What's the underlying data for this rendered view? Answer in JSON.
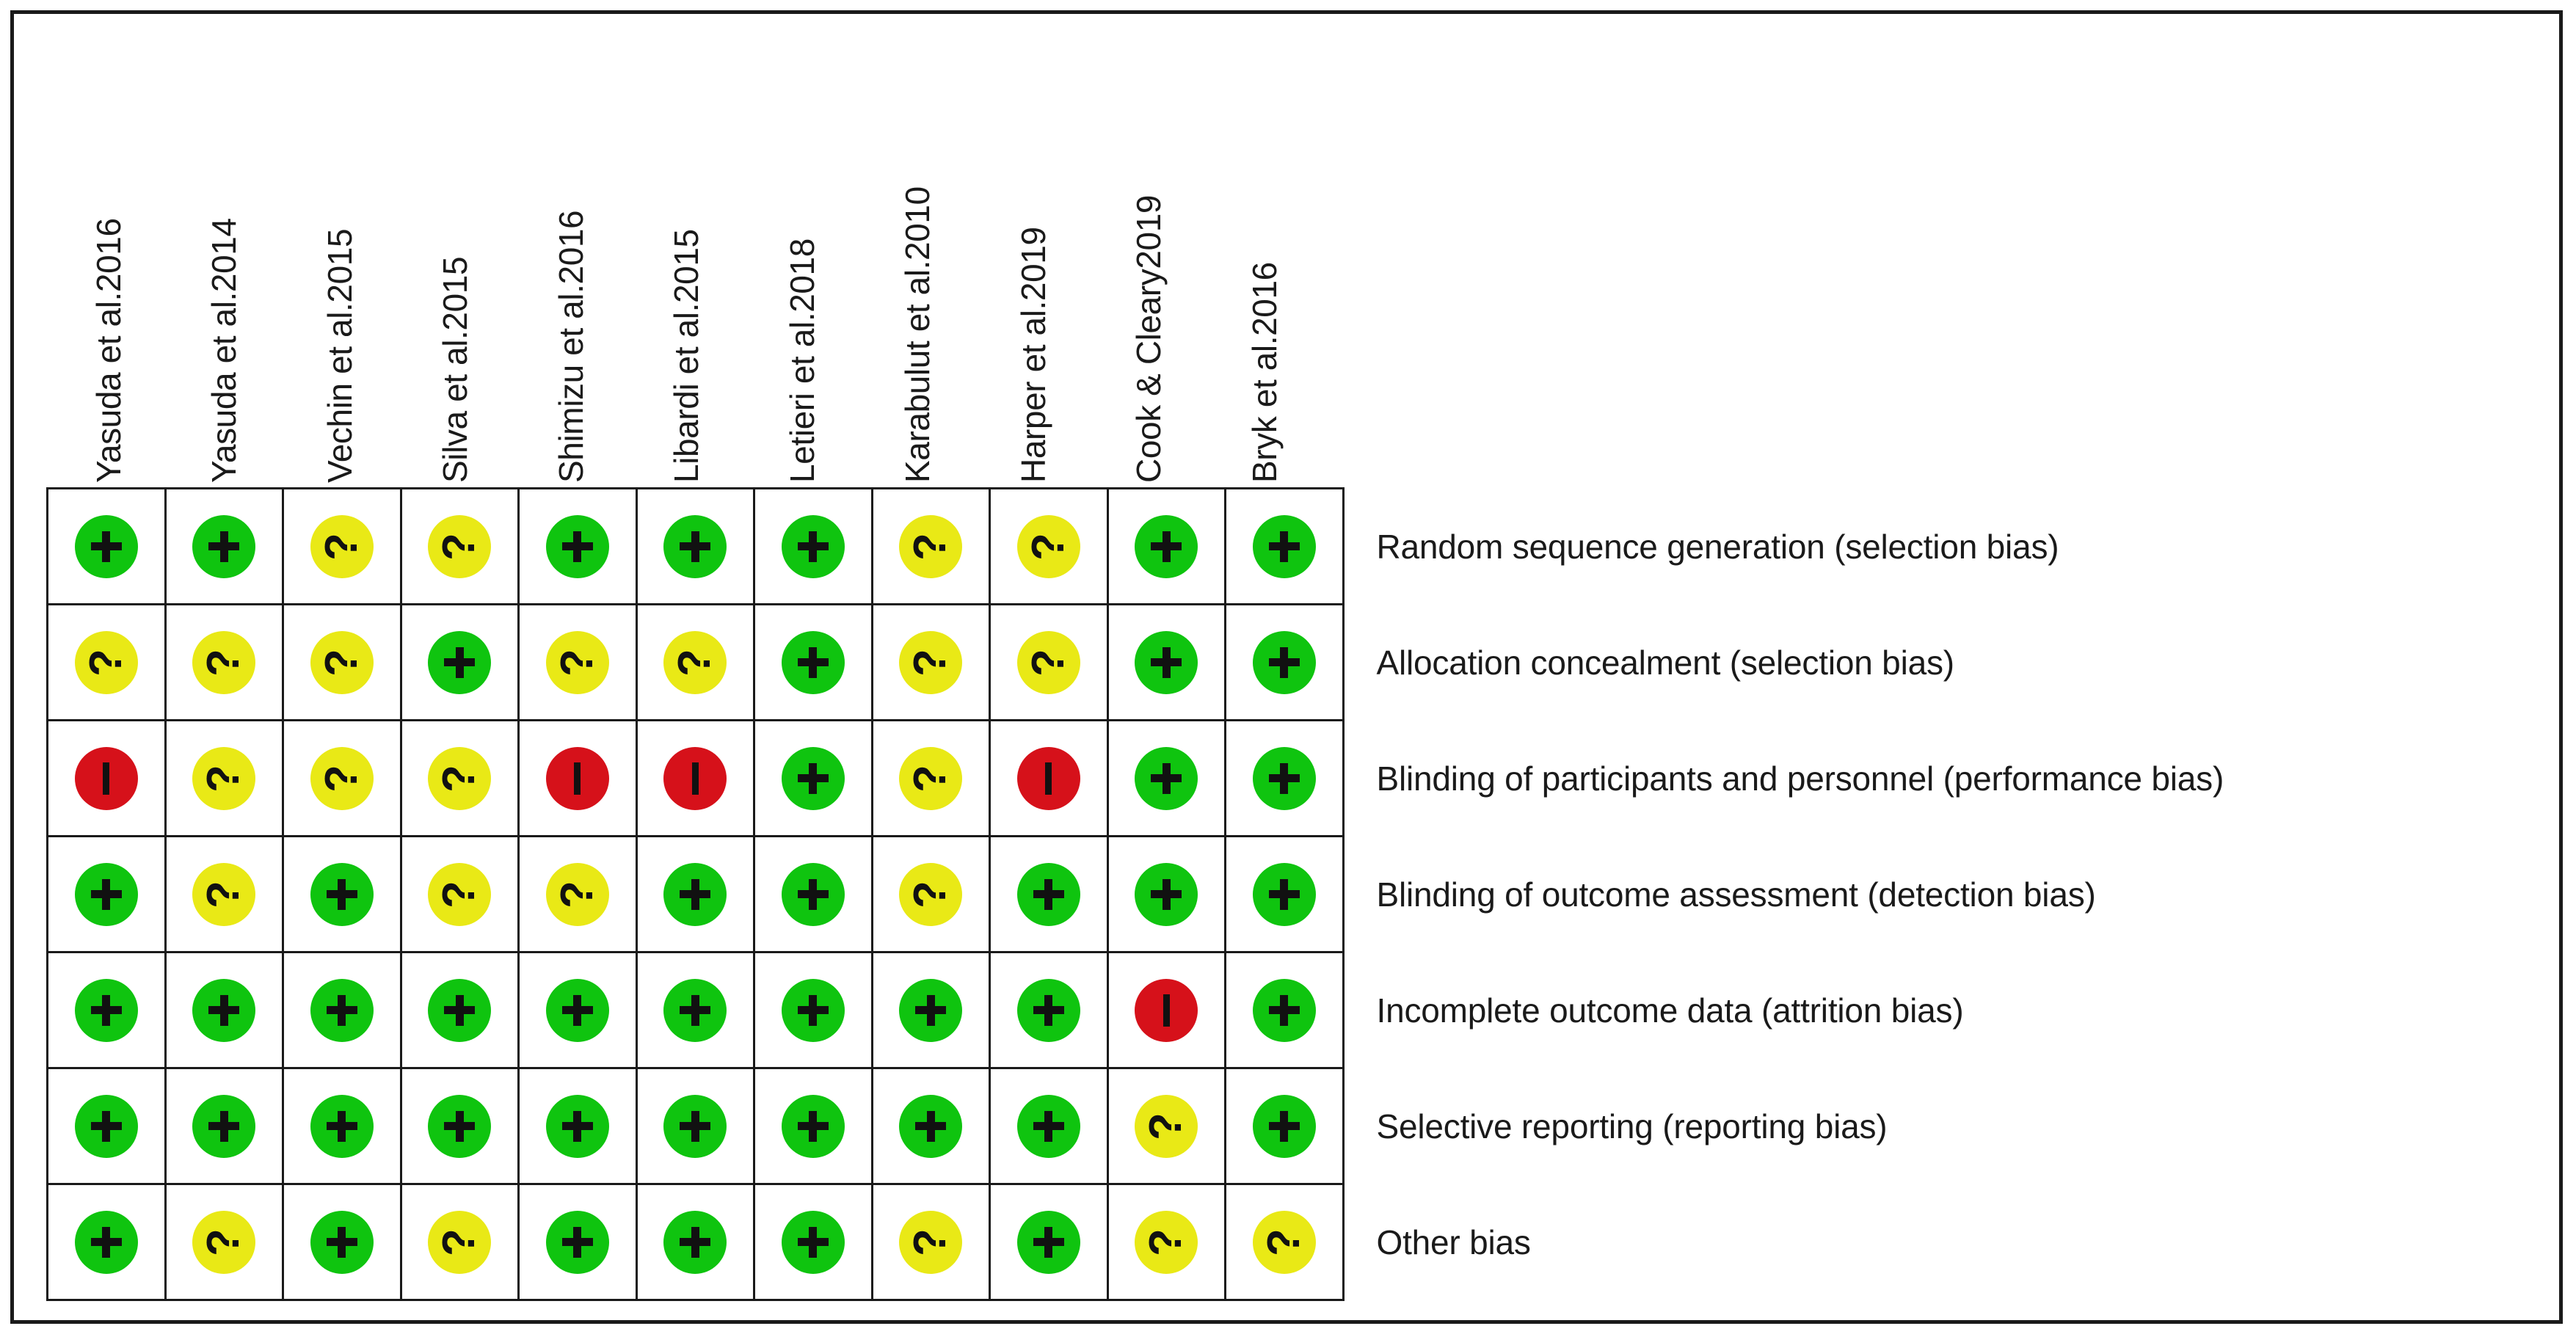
{
  "figure": {
    "type": "risk-of-bias-summary",
    "colors": {
      "low_risk": "#0FC40F",
      "high_risk": "#D6111A",
      "unclear_risk": "#E9E916",
      "border": "#1a1a1a",
      "text": "#1a1a1a",
      "background": "#ffffff"
    },
    "symbols": {
      "low": "+",
      "high": "–",
      "unclear": "?"
    }
  },
  "studies": [
    "Yasuda et al.2016",
    "Yasuda et al.2014",
    "Vechin et al.2015",
    "Silva et al.2015",
    "Shimizu et al.2016",
    "Libardi et al.2015",
    "Letieri et al.2018",
    "Karabulut et al.2010",
    "Harper et al.2019",
    "Cook & Cleary2019",
    "Bryk et al.2016"
  ],
  "domains": [
    "Random sequence generation (selection bias)",
    "Allocation concealment (selection bias)",
    "Blinding of participants and personnel (performance bias)",
    "Blinding of outcome assessment (detection bias)",
    "Incomplete outcome data (attrition bias)",
    "Selective reporting (reporting bias)",
    "Other bias"
  ],
  "chart_data": {
    "type": "heatmap",
    "title": "",
    "xlabel": "",
    "ylabel": "",
    "categories": [
      "Yasuda et al.2016",
      "Yasuda et al.2014",
      "Vechin et al.2015",
      "Silva et al.2015",
      "Shimizu et al.2016",
      "Libardi et al.2015",
      "Letieri et al.2018",
      "Karabulut et al.2010",
      "Harper et al.2019",
      "Cook & Cleary2019",
      "Bryk et al.2016"
    ],
    "rows": [
      "Random sequence generation (selection bias)",
      "Allocation concealment (selection bias)",
      "Blinding of participants and personnel (performance bias)",
      "Blinding of outcome assessment (detection bias)",
      "Incomplete outcome data (attrition bias)",
      "Selective reporting (reporting bias)",
      "Other bias"
    ],
    "value_legend": {
      "low": "Low risk of bias (green, +)",
      "unclear": "Unclear risk of bias (yellow, ?)",
      "high": "High risk of bias (red, –)"
    },
    "matrix": [
      [
        "low",
        "low",
        "unclear",
        "unclear",
        "low",
        "low",
        "low",
        "unclear",
        "unclear",
        "low",
        "low"
      ],
      [
        "unclear",
        "unclear",
        "unclear",
        "low",
        "unclear",
        "unclear",
        "low",
        "unclear",
        "unclear",
        "low",
        "low"
      ],
      [
        "high",
        "unclear",
        "unclear",
        "unclear",
        "high",
        "high",
        "low",
        "unclear",
        "high",
        "low",
        "low"
      ],
      [
        "low",
        "unclear",
        "low",
        "unclear",
        "unclear",
        "low",
        "low",
        "unclear",
        "low",
        "low",
        "low"
      ],
      [
        "low",
        "low",
        "low",
        "low",
        "low",
        "low",
        "low",
        "low",
        "low",
        "high",
        "low"
      ],
      [
        "low",
        "low",
        "low",
        "low",
        "low",
        "low",
        "low",
        "low",
        "low",
        "unclear",
        "low"
      ],
      [
        "low",
        "unclear",
        "low",
        "unclear",
        "low",
        "low",
        "low",
        "unclear",
        "low",
        "unclear",
        "unclear"
      ]
    ]
  }
}
